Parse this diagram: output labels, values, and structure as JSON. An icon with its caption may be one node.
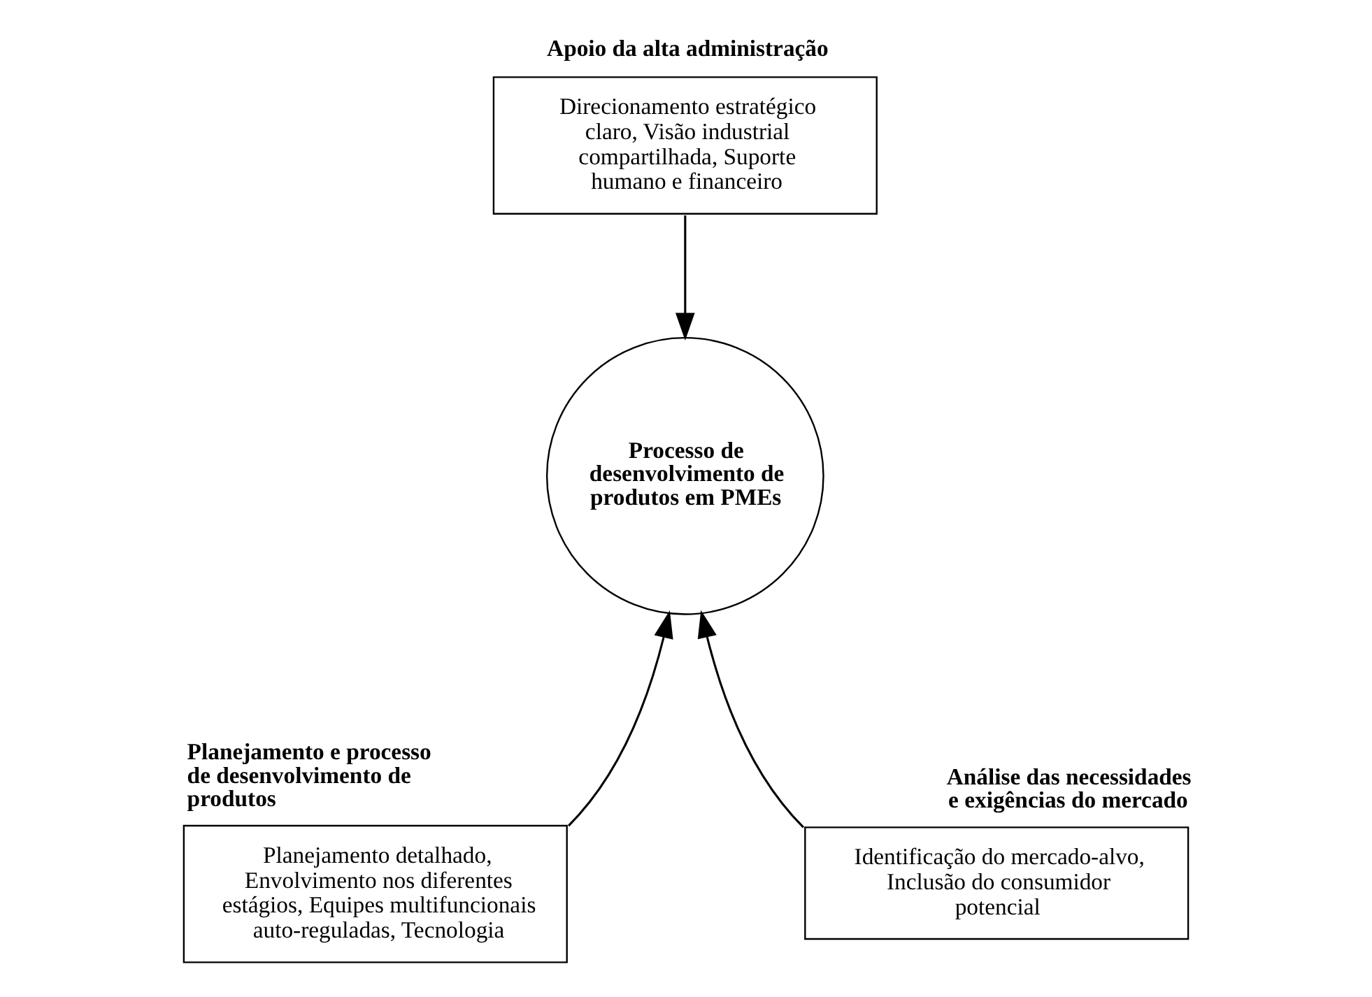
{
  "diagram": {
    "nodes": [
      {
        "text": [
          "Apoio da alta administração",
          "Direcionamento estratégico claro, Visão industrial compartilhada, Suporte humano e financeiro"
        ]
      },
      {
        "text": [
          "Processo de desenvolvimento de produtos em PMEs"
        ]
      },
      {
        "text": [
          "Planejamento e processo de desenvolvimento de produtos",
          "Planejamento detalhado, Envolvimento nos diferentes estágios, Equipes multifuncionais auto-reguladas, Tecnologia"
        ]
      },
      {
        "text": [
          "Análise das necessidades e exigências do mercado",
          "Identificação do mercado-alvo, Inclusão do consumidor potencial"
        ]
      }
    ],
    "edges": [
      {
        "from": 0,
        "to": 1,
        "arrow": "to"
      },
      {
        "from": 2,
        "to": 1,
        "arrow": "to"
      },
      {
        "from": 3,
        "to": 1,
        "arrow": "to"
      }
    ]
  }
}
